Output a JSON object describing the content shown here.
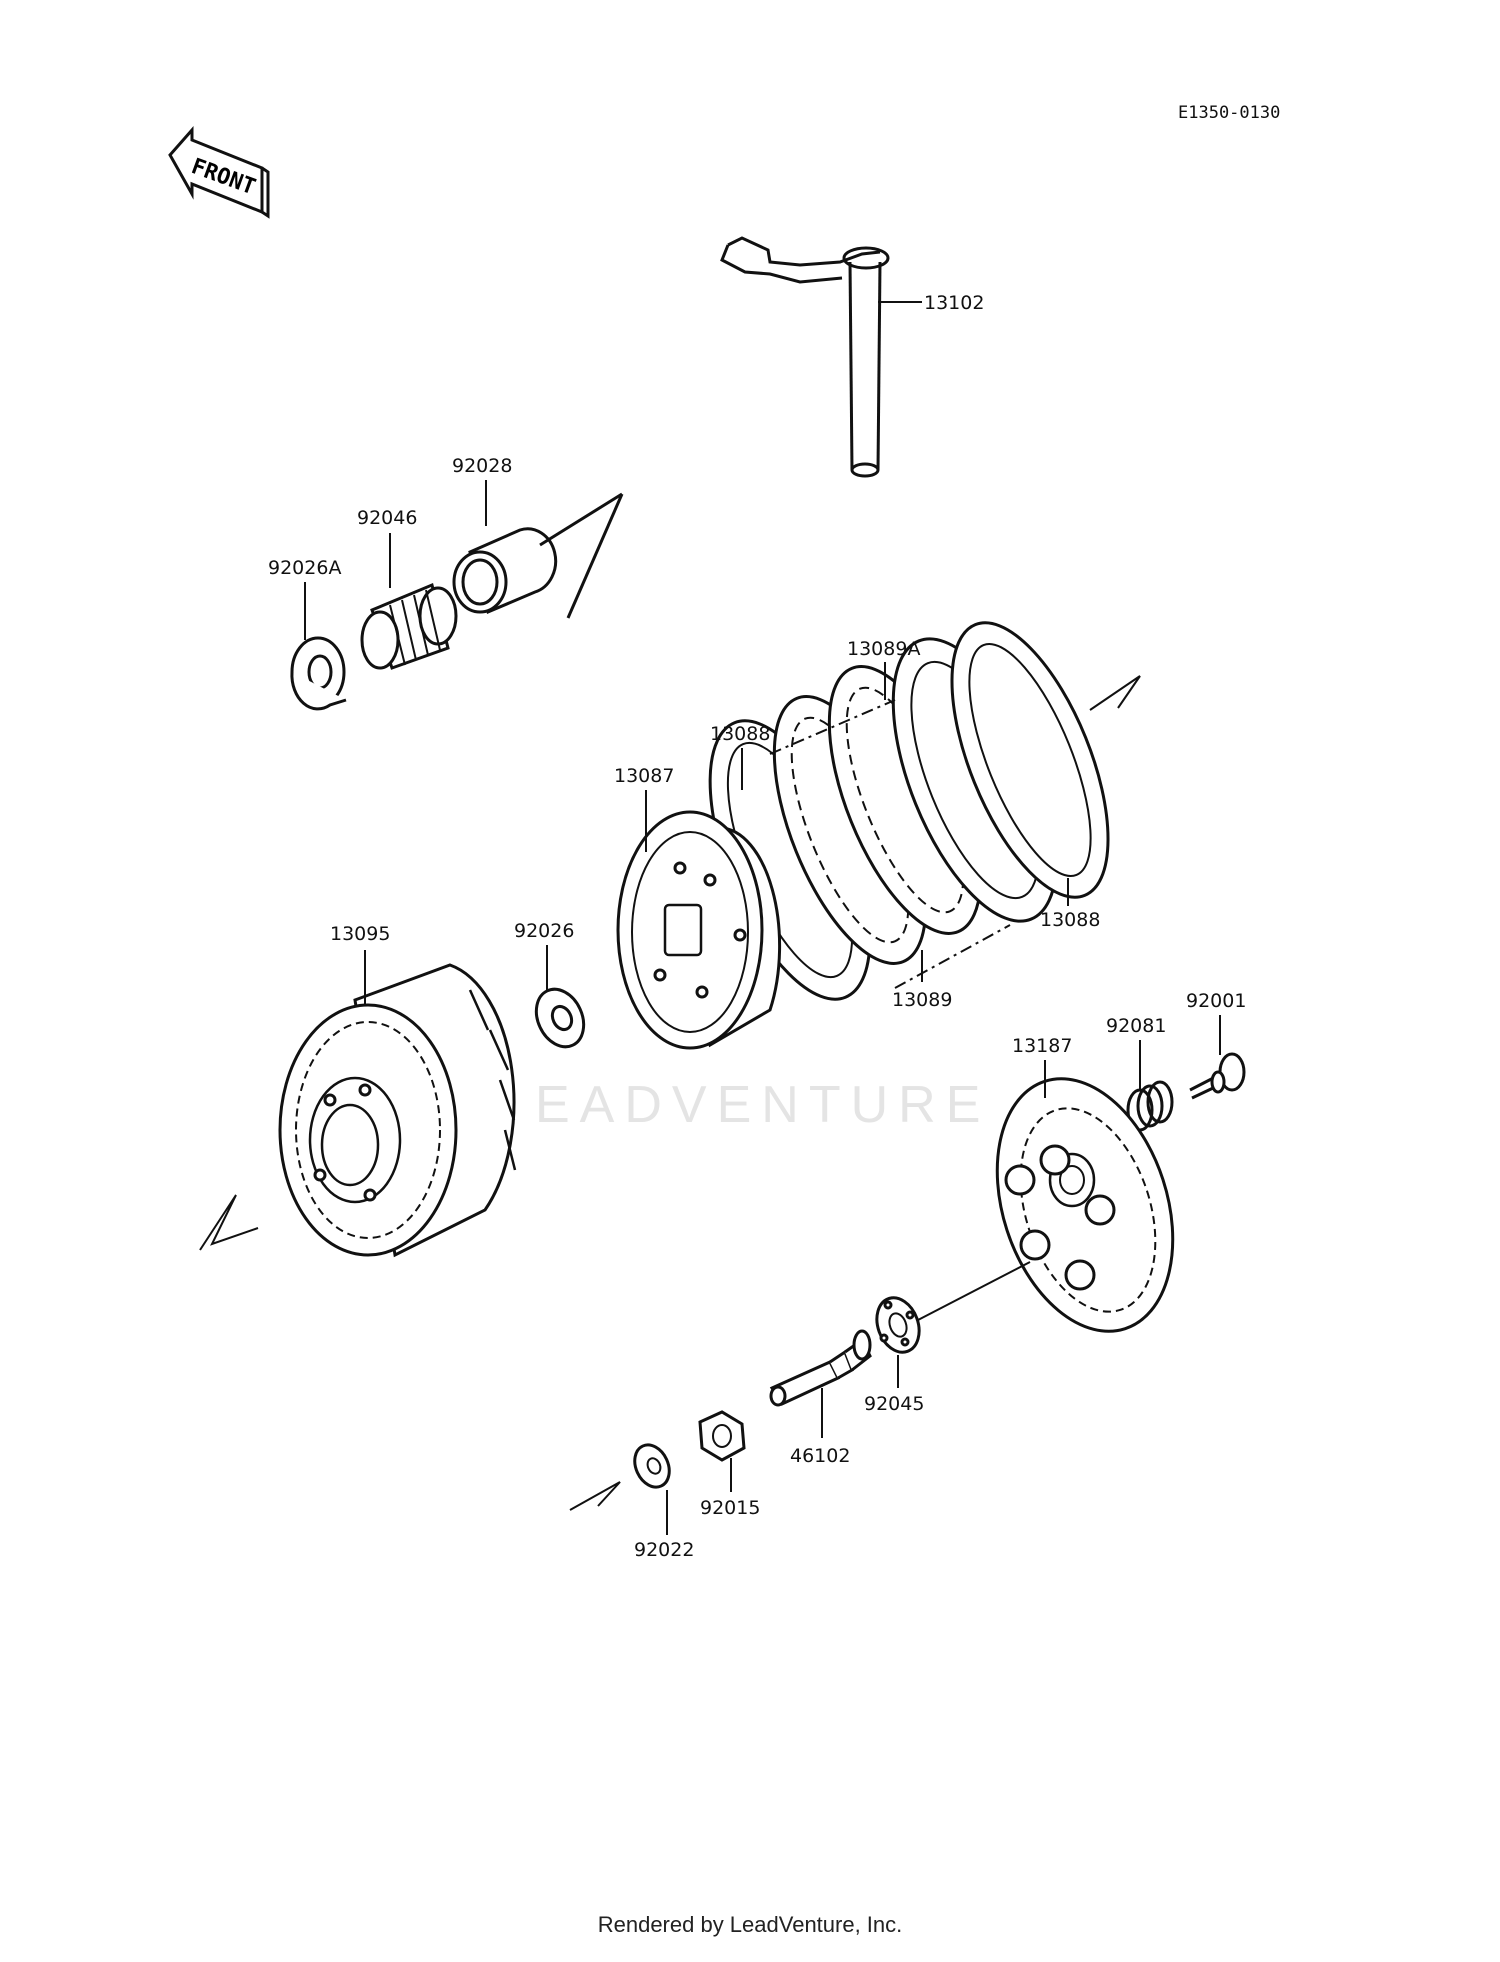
{
  "diagram_code": "E1350-0130",
  "front_label": "FRONT",
  "watermark": "EADVENTURE",
  "footer": "Rendered by LeadVenture, Inc.",
  "callouts": {
    "p13102": "13102",
    "p92028": "92028",
    "p92046": "92046",
    "p92026A": "92026A",
    "p13089A": "13089A",
    "p13088a": "13088",
    "p13087": "13087",
    "p13088b": "13088",
    "p13089": "13089",
    "p13095": "13095",
    "p92026": "92026",
    "p92001": "92001",
    "p92081": "92081",
    "p13187": "13187",
    "p92045": "92045",
    "p46102": "46102",
    "p92015": "92015",
    "p92022": "92022"
  }
}
